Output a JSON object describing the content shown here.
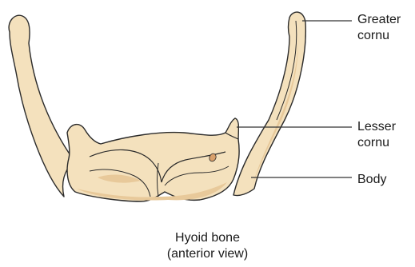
{
  "labels": {
    "greater_cornu": [
      "Greater",
      "cornu"
    ],
    "lesser_cornu": [
      "Lesser",
      "cornu"
    ],
    "body": "Body"
  },
  "caption": [
    "Hyoid bone",
    "(anterior view)"
  ],
  "colors": {
    "bone_fill": "#f4e1bd",
    "bone_shade": "#e8c99a",
    "outline": "#2b2b2b",
    "foramen": "#d9a06b",
    "leader_line": "#333333"
  }
}
